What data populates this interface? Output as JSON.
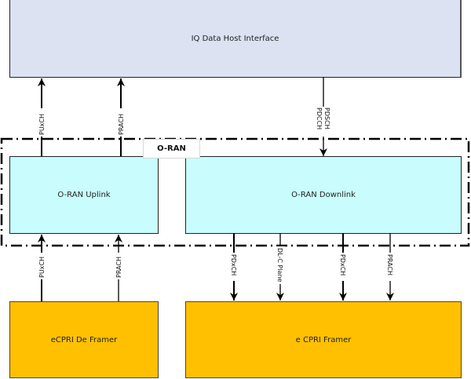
{
  "blocks": {
    "host_interface": "IQ Data Host Interface",
    "oran_uplink": "O-RAN Uplink",
    "oran_downlink": "O-RAN Downlink",
    "ecpri_deframer": "eCPRI De Framer",
    "ecpri_framer": "e CPRI Framer"
  },
  "group_label": "O-RAN",
  "signals": {
    "ul_to_host": [
      "PUxCH",
      "PRACH"
    ],
    "host_to_dl": [
      "PDSCH",
      "PDCCH"
    ],
    "deframer_to_ul": [
      "PUxCH",
      "PRACH"
    ],
    "dl_to_framer": [
      "PDxCH",
      "DL-C Plane",
      "PDxCH",
      "PRACH"
    ]
  },
  "colors": {
    "host_fill": "#dce2f2",
    "oran_fill": "#c9fcfc",
    "ecpri_fill": "#fec000",
    "line": "#000000"
  }
}
